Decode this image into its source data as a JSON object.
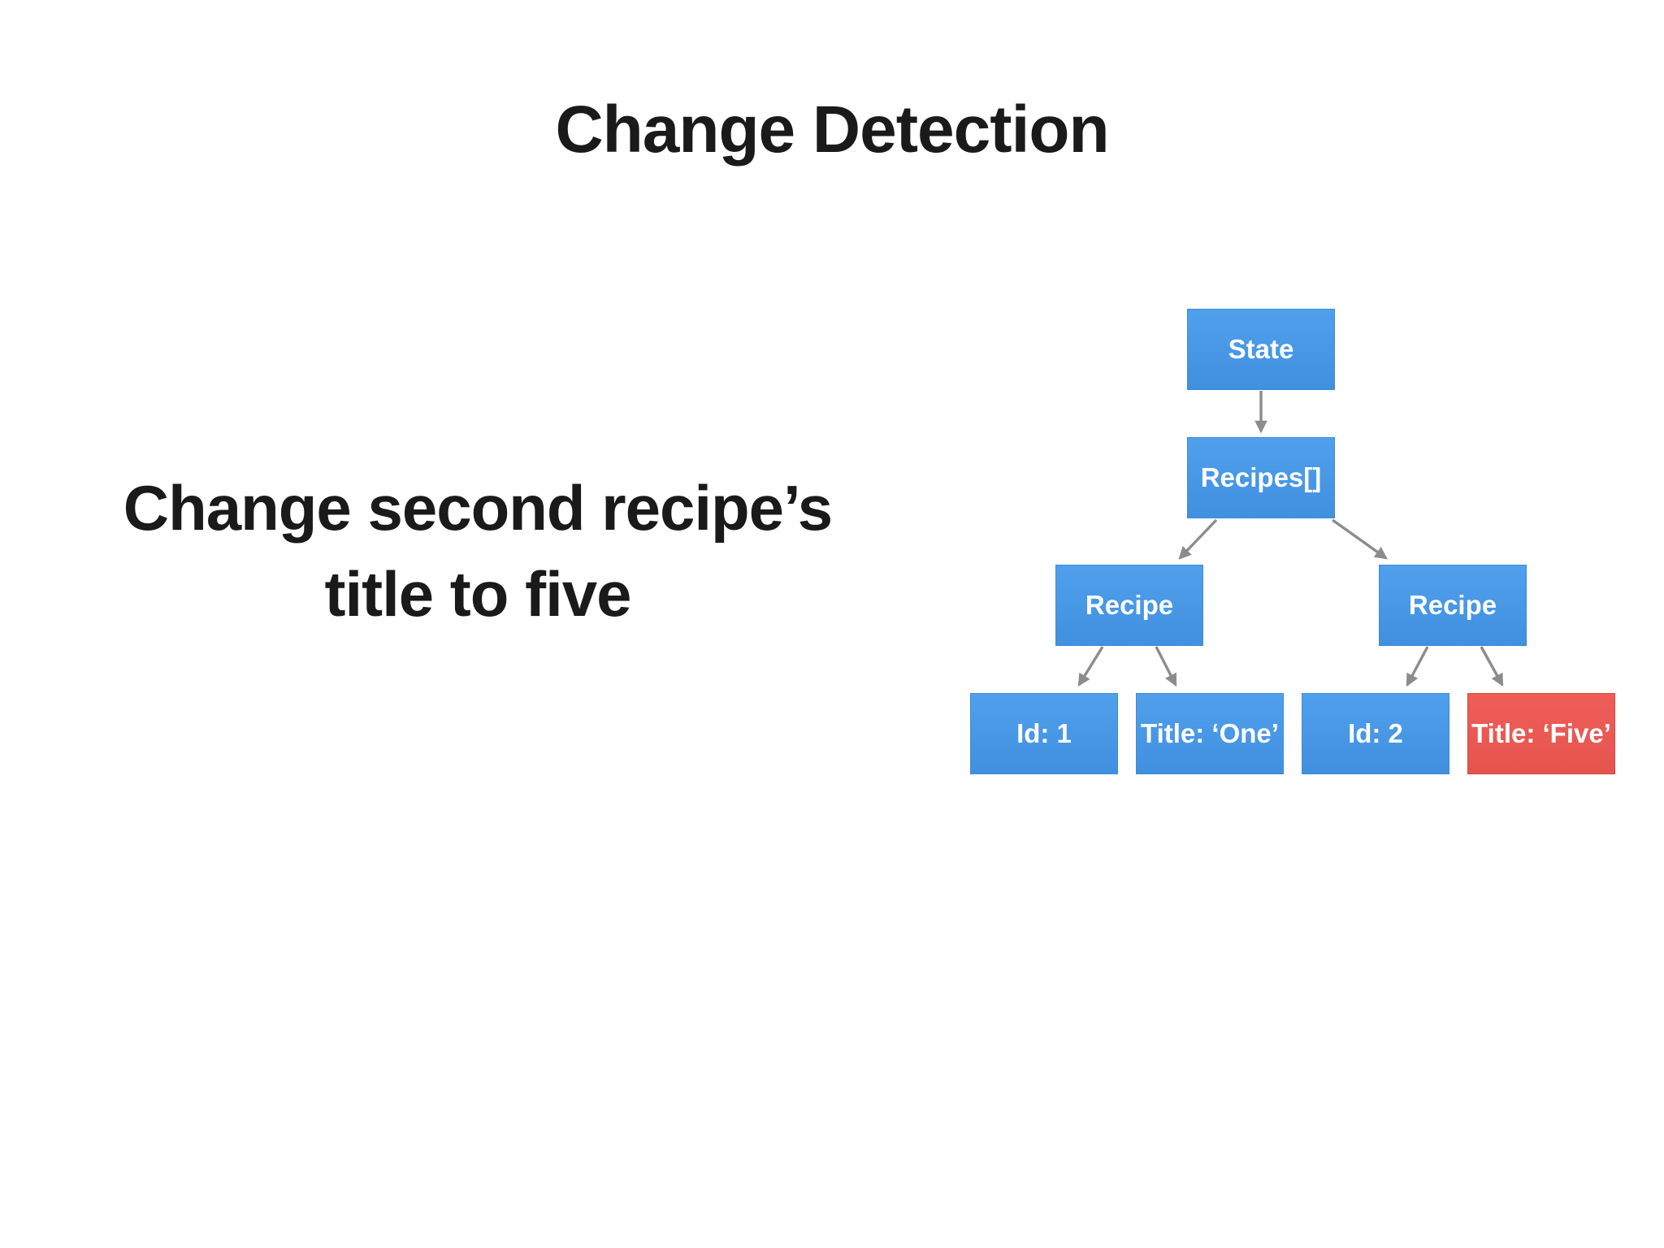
{
  "title": "Change Detection",
  "caption": {
    "line1": "Change second recipe’s",
    "line2": "title to five"
  },
  "diagram": {
    "type": "tree",
    "nodes": [
      {
        "id": "state",
        "label": "State",
        "color": "blue"
      },
      {
        "id": "recipes",
        "label": "Recipes[]",
        "color": "blue"
      },
      {
        "id": "recipe-left",
        "label": "Recipe",
        "color": "blue"
      },
      {
        "id": "recipe-right",
        "label": "Recipe",
        "color": "blue"
      },
      {
        "id": "id-1",
        "label": "Id: 1",
        "color": "blue"
      },
      {
        "id": "title-one",
        "label": "Title: ‘One’",
        "color": "blue"
      },
      {
        "id": "id-2",
        "label": "Id: 2",
        "color": "blue"
      },
      {
        "id": "title-five",
        "label": "Title: ‘Five’",
        "color": "red"
      }
    ],
    "edges": [
      {
        "from": "state",
        "to": "recipes"
      },
      {
        "from": "recipes",
        "to": "recipe-left"
      },
      {
        "from": "recipes",
        "to": "recipe-right"
      },
      {
        "from": "recipe-left",
        "to": "id-1"
      },
      {
        "from": "recipe-left",
        "to": "title-one"
      },
      {
        "from": "recipe-right",
        "to": "id-2"
      },
      {
        "from": "recipe-right",
        "to": "title-five"
      }
    ],
    "colors": {
      "node_blue_top": "#4FA0EC",
      "node_blue_bottom": "#4190E0",
      "node_red_top": "#EE5E58",
      "node_red_bottom": "#E6544E",
      "node_text": "#FFFFFF",
      "arrow": "#8C8C8C",
      "slide_text": "#1A1A1A",
      "background": "#FFFFFF"
    }
  }
}
